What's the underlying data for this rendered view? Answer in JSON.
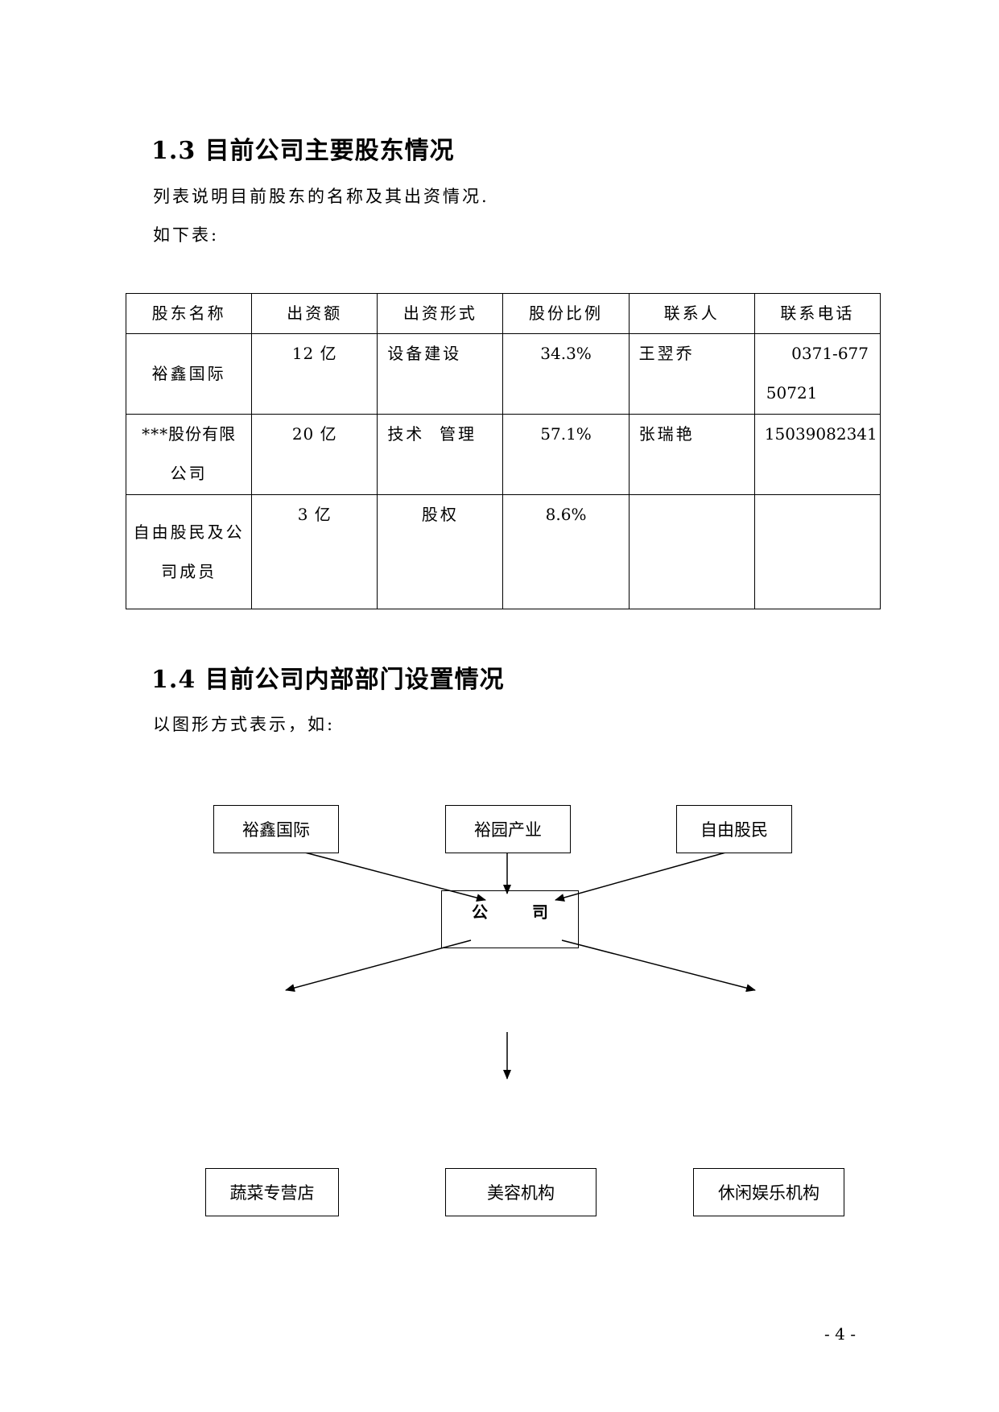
{
  "section_1_3": {
    "heading": "1.3 目前公司主要股东情况",
    "line1": "列表说明目前股东的名称及其出资情况.",
    "line2": "如下表:"
  },
  "table": {
    "headers": [
      "股东名称",
      "出资额",
      "出资形式",
      "股份比例",
      "联系人",
      "联系电话"
    ],
    "rows": [
      {
        "name": "裕鑫国际",
        "amount": "12 亿",
        "form": "设备建设",
        "ratio": "34.3%",
        "contact": "王翌乔",
        "phone_line1": "0371-677",
        "phone_line2": "50721"
      },
      {
        "name_line1": "***股份有限",
        "name_line2": "公司",
        "amount": "20 亿",
        "form": "技术  管理",
        "ratio": "57.1%",
        "contact": "张瑞艳",
        "phone": "15039082341"
      },
      {
        "name_line1": "自由股民及公",
        "name_line2": "司成员",
        "amount": "3 亿",
        "form": "股权",
        "ratio": "8.6%",
        "contact": "",
        "phone": ""
      }
    ]
  },
  "section_1_4": {
    "heading": "1.4 目前公司内部部门设置情况",
    "line1": "以图形方式表示，如:"
  },
  "diagram": {
    "shareholder_1": "裕鑫国际",
    "shareholder_2": "裕园产业",
    "shareholder_3": "自由股民",
    "company_char_1": "公",
    "company_char_2": "司",
    "dept_1": "蔬菜专营店",
    "dept_2": "美容机构",
    "dept_3": "休闲娱乐机构"
  },
  "page_number": "- 4 -"
}
